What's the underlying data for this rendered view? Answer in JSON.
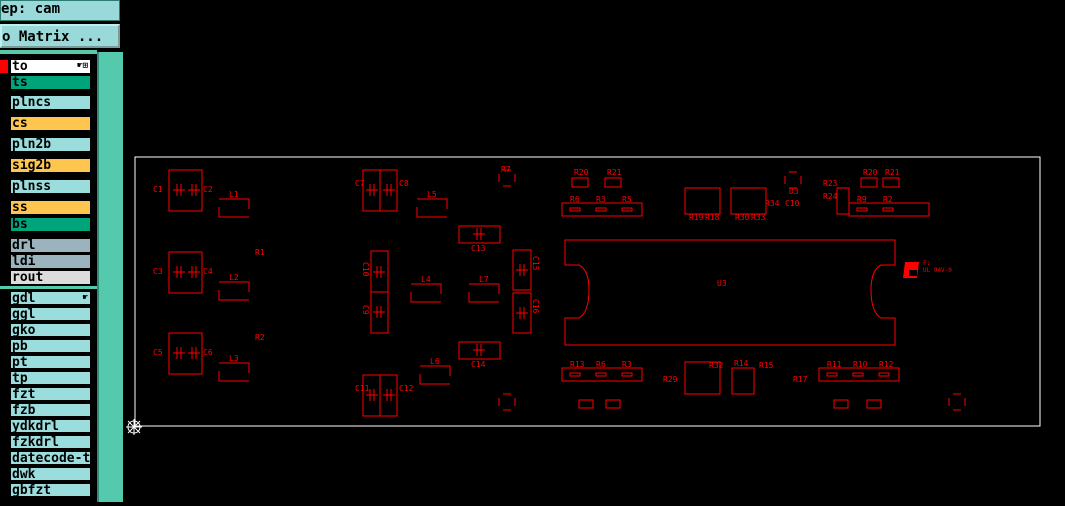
{
  "header": {
    "step_label": "ep: cam",
    "matrix_button": "o Matrix ..."
  },
  "layers": [
    {
      "name": "to",
      "color": "#ffffff",
      "active": true
    },
    {
      "name": "ts",
      "color": "#00a47a"
    },
    {
      "name": "plncs",
      "color": "#9bdcdc"
    },
    {
      "name": "cs",
      "color": "#ffc64f"
    },
    {
      "name": "pln2b",
      "color": "#9bdcdc"
    },
    {
      "name": "sig2b",
      "color": "#ffc64f"
    },
    {
      "name": "plnss",
      "color": "#9bdcdc"
    },
    {
      "name": "ss",
      "color": "#ffc64f"
    },
    {
      "name": "bs",
      "color": "#00a47a"
    },
    {
      "name": "drl",
      "color": "#9bb3bd"
    },
    {
      "name": "ldi",
      "color": "#9bb3bd"
    },
    {
      "name": "rout",
      "color": "#dcdcdc"
    }
  ],
  "misc_layers": [
    "gdl",
    "ggl",
    "gko",
    "pb",
    "pt",
    "tp",
    "fzt",
    "fzb",
    "ydkdrl",
    "fzkdrl",
    "datecode-to",
    "dwk",
    "gbfzt"
  ],
  "colors": {
    "board_outline": "#ffffff",
    "features": "#ff0000",
    "background": "#000000"
  },
  "pcb_labels": [
    "C1",
    "C2",
    "C3",
    "C4",
    "C5",
    "C6",
    "L1",
    "L2",
    "L3",
    "R1",
    "R2",
    "C7",
    "C8",
    "C10",
    "C9",
    "C11",
    "C12",
    "L5",
    "L4",
    "L7",
    "L6",
    "C13",
    "C14",
    "C15",
    "C16",
    "R7",
    "R8",
    "R20",
    "R21",
    "R6",
    "R3",
    "R5",
    "R19",
    "R18",
    "R30",
    "R33",
    "R34",
    "C10",
    "D3",
    "T6",
    "R23",
    "R24",
    "R9",
    "R2",
    "R7",
    "R8",
    "U8",
    "R13",
    "R29",
    "R32",
    "R14",
    "R15",
    "R17",
    "R11",
    "R10",
    "R12",
    "R20",
    "R21",
    "U3"
  ],
  "marking_text": [
    "F:",
    "UL 94V-0"
  ]
}
